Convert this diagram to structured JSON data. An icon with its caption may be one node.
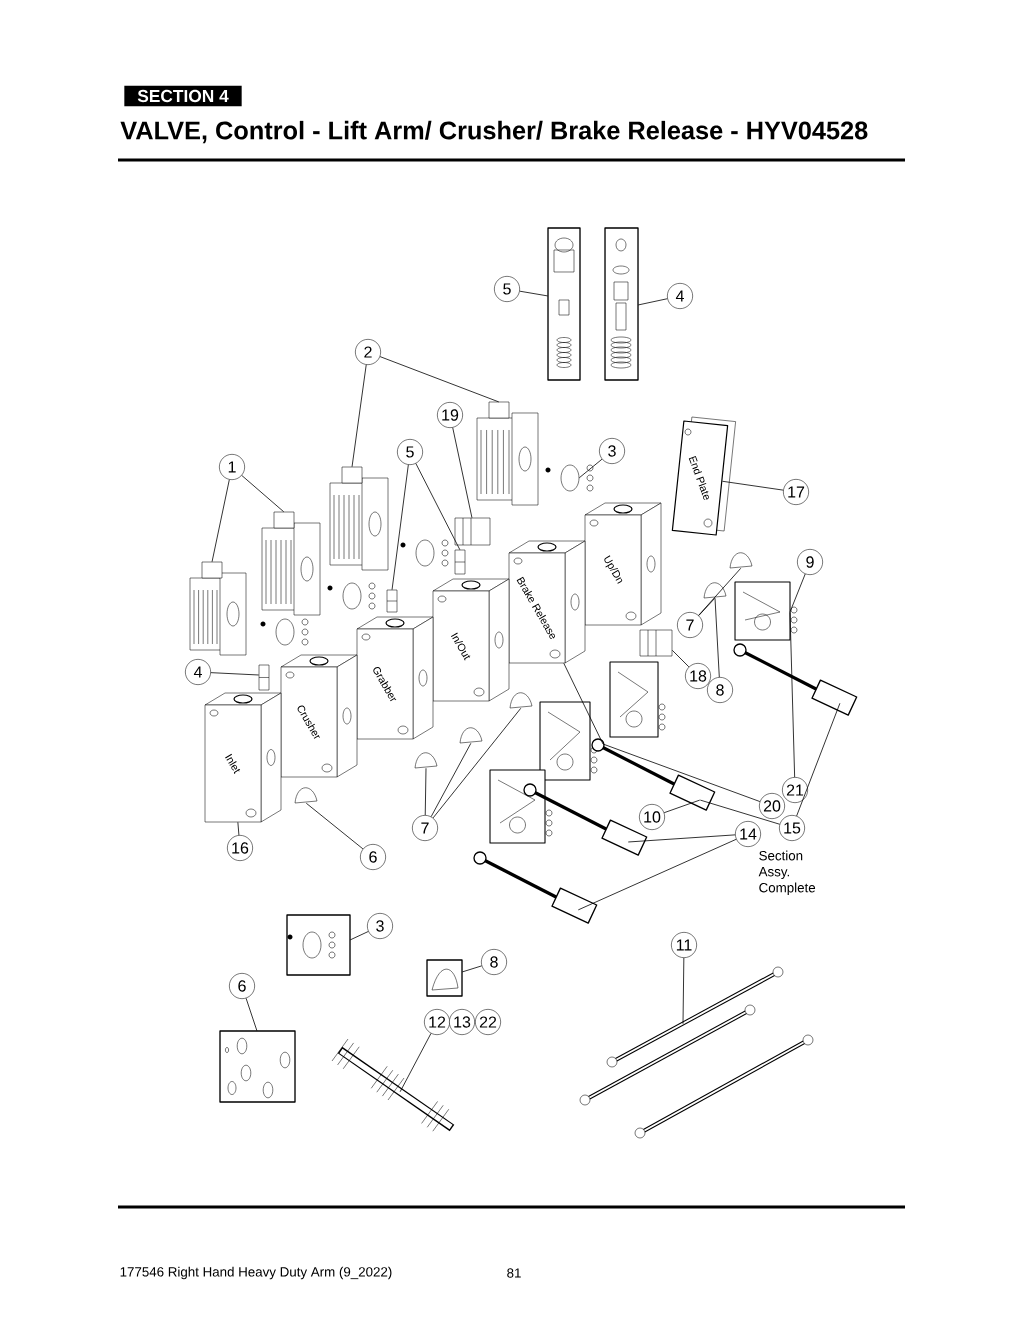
{
  "diagram": {
    "title": "VALVE, Control - Lift Arm/ Crusher/ Brake Release - HYV04528",
    "nodes": [
      {
        "text": [
          "SECTION 4"
        ]
      },
      {
        "text": [
          "5"
        ]
      },
      {
        "text": [
          "4"
        ]
      },
      {
        "text": [
          "2"
        ]
      },
      {
        "text": [
          "19"
        ]
      },
      {
        "text": [
          "1"
        ]
      },
      {
        "text": [
          "5"
        ]
      },
      {
        "text": [
          "3"
        ]
      },
      {
        "text": [
          "17"
        ]
      },
      {
        "text": [
          "9"
        ]
      },
      {
        "text": [
          "7"
        ]
      },
      {
        "text": [
          "4"
        ]
      },
      {
        "text": [
          "18"
        ]
      },
      {
        "text": [
          "8"
        ]
      },
      {
        "text": [
          "16"
        ]
      },
      {
        "text": [
          "6"
        ]
      },
      {
        "text": [
          "7"
        ]
      },
      {
        "text": [
          "10"
        ]
      },
      {
        "text": [
          "21"
        ]
      },
      {
        "text": [
          "20"
        ]
      },
      {
        "text": [
          "15"
        ]
      },
      {
        "text": [
          "14"
        ]
      },
      {
        "text": [
          "3"
        ]
      },
      {
        "text": [
          "8"
        ]
      },
      {
        "text": [
          "6"
        ]
      },
      {
        "text": [
          "11"
        ]
      },
      {
        "text": [
          "12"
        ]
      },
      {
        "text": [
          "13"
        ]
      },
      {
        "text": [
          "22"
        ]
      },
      {
        "text": [
          "End Plate"
        ]
      },
      {
        "text": [
          "Up/Dn"
        ]
      },
      {
        "text": [
          "Brake Release"
        ]
      },
      {
        "text": [
          "In/Out"
        ]
      },
      {
        "text": [
          "Grabber"
        ]
      },
      {
        "text": [
          "Crusher"
        ]
      },
      {
        "text": [
          "Inlet"
        ]
      },
      {
        "text": [],
        "shape": "picture"
      },
      {
        "text": [],
        "shape": "picture"
      },
      {
        "text": [],
        "shape": "picture"
      },
      {
        "text": [],
        "shape": "picture"
      },
      {
        "text": [],
        "shape": "picture"
      },
      {
        "text": [],
        "shape": "picture"
      },
      {
        "text": [],
        "shape": "picture"
      },
      {
        "text": [],
        "shape": "picture"
      },
      {
        "text": [],
        "shape": "picture"
      },
      {
        "text": [],
        "shape": "picture"
      },
      {
        "text": [],
        "shape": "picture"
      },
      {
        "text": [],
        "shape": "picture"
      },
      {
        "text": [],
        "shape": "picture"
      },
      {
        "text": [],
        "shape": "picture"
      },
      {
        "text": [],
        "shape": "picture"
      },
      {
        "text": [],
        "shape": "picture"
      },
      {
        "text": [],
        "shape": "picture"
      },
      {
        "text": [],
        "shape": "picture"
      },
      {
        "text": [],
        "shape": "picture"
      },
      {
        "text": [],
        "shape": "picture"
      },
      {
        "text": [],
        "shape": "picture"
      },
      {
        "text": [],
        "shape": "picture"
      },
      {
        "text": [],
        "shape": "picture"
      },
      {
        "text": [],
        "shape": "picture"
      },
      {
        "text": [],
        "shape": "picture"
      },
      {
        "text": [],
        "shape": "picture"
      },
      {
        "text": [],
        "shape": "picture"
      },
      {
        "text": [],
        "shape": "picture"
      },
      {
        "text": [],
        "shape": "picture"
      },
      {
        "text": [],
        "shape": "picture"
      },
      {
        "text": [],
        "shape": "picture"
      },
      {
        "text": [],
        "shape": "picture"
      },
      {
        "text": [],
        "shape": "picture"
      },
      {
        "text": [],
        "shape": "picture"
      },
      {
        "text": [],
        "shape": "picture"
      },
      {
        "text": [],
        "shape": "picture"
      }
    ],
    "edges": [
      {
        "from": 1,
        "to": 63,
        "arrow": "none"
      },
      {
        "from": 2,
        "to": 64,
        "arrow": "none"
      },
      {
        "from": 3,
        "to": 38,
        "arrow": "none"
      },
      {
        "from": 3,
        "to": 39,
        "arrow": "none"
      },
      {
        "from": 4,
        "to": 47,
        "arrow": "none"
      },
      {
        "from": 5,
        "to": 36,
        "arrow": "none"
      },
      {
        "from": 5,
        "to": 37,
        "arrow": "none"
      },
      {
        "from": 6,
        "to": 45,
        "arrow": "none"
      },
      {
        "from": 6,
        "to": 46,
        "arrow": "none"
      },
      {
        "from": 7,
        "to": 43,
        "arrow": "none"
      },
      {
        "from": 8,
        "to": 29,
        "arrow": "none"
      },
      {
        "from": 9,
        "to": 55,
        "arrow": "none"
      },
      {
        "from": 10,
        "to": 52,
        "arrow": "none"
      },
      {
        "from": 10,
        "to": 53,
        "arrow": "none"
      },
      {
        "from": 11,
        "to": 44,
        "arrow": "none"
      },
      {
        "from": 12,
        "to": 48,
        "arrow": "none"
      },
      {
        "from": 13,
        "to": 52,
        "arrow": "none"
      },
      {
        "from": 14,
        "to": 35,
        "arrow": "none"
      },
      {
        "from": 15,
        "to": 54,
        "arrow": "none"
      },
      {
        "from": 16,
        "to": 49,
        "arrow": "none"
      },
      {
        "from": 16,
        "to": 51,
        "arrow": "none"
      },
      {
        "from": 16,
        "to": 50,
        "arrow": "none"
      },
      {
        "from": 17,
        "to": 60,
        "arrow": "none"
      },
      {
        "from": 18,
        "to": 55,
        "arrow": "none"
      },
      {
        "from": 19,
        "to": 31,
        "arrow": "none"
      },
      {
        "from": 20,
        "to": 60,
        "arrow": "none"
      },
      {
        "from": 20,
        "to": 59,
        "arrow": "none"
      },
      {
        "from": 21,
        "to": 61,
        "arrow": "none"
      },
      {
        "from": 21,
        "to": 62,
        "arrow": "none"
      },
      {
        "from": 22,
        "to": 65,
        "arrow": "none"
      },
      {
        "from": 23,
        "to": 66,
        "arrow": "none"
      },
      {
        "from": 24,
        "to": 67,
        "arrow": "none"
      },
      {
        "from": 25,
        "to": 69,
        "arrow": "none"
      },
      {
        "from": 26,
        "to": 68,
        "arrow": "none"
      }
    ],
    "labels": [
      "Section Assy. Complete",
      "177546 Right Hand Heavy Duty Arm (9_2022)",
      "81"
    ]
  }
}
